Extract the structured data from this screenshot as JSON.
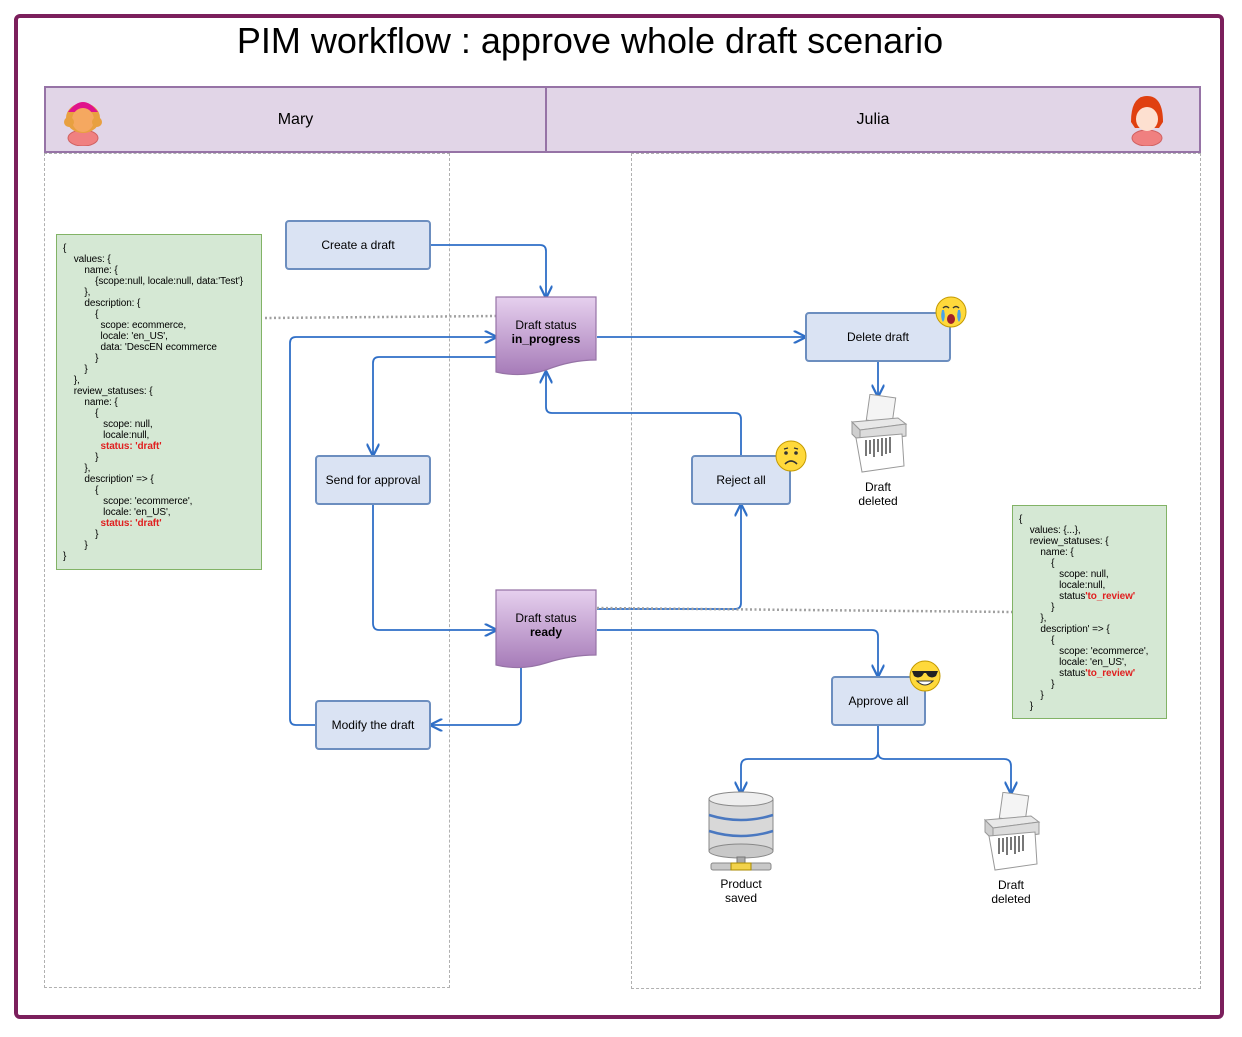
{
  "title": "PIM workflow : approve whole draft scenario",
  "colors": {
    "frame": "#7b1f5c",
    "lane_header": "#e1d5e7",
    "task_fill": "#dae3f3",
    "task_stroke": "#6c8ebf",
    "note_fill": "#d5e8d4",
    "arrow": "#2f6fc7",
    "status_highlight": "#e02020"
  },
  "lanes": {
    "mary": "Mary",
    "julia": "Julia"
  },
  "tasks": {
    "create_draft": "Create a draft",
    "send_for_approval": "Send for approval",
    "modify_draft": "Modify the draft",
    "delete_draft": "Delete draft",
    "reject_all": "Reject all",
    "approve_all": "Approve all"
  },
  "statuses": {
    "in_progress": {
      "prefix": "Draft status",
      "value": "in_progress"
    },
    "ready": {
      "prefix": "Draft status",
      "value": "ready"
    }
  },
  "captions": {
    "draft_deleted_1_line1": "Draft",
    "draft_deleted_1_line2": "deleted",
    "product_saved_line1": "Product",
    "product_saved_line2": "saved",
    "draft_deleted_2_line1": "Draft",
    "draft_deleted_2_line2": "deleted"
  },
  "notes": {
    "draft_note": {
      "lines": [
        "{",
        "    values: {",
        "        name: {",
        "            {scope:null, locale:null, data:'Test'}",
        "        },",
        "        description: {",
        "            {",
        "              scope: ecommerce,",
        "              locale: 'en_US',",
        "              data: 'DescEN ecommerce",
        "            }",
        "        }",
        "    },",
        "    review_statuses: {",
        "        name: {",
        "            {",
        "               scope: null,",
        "               locale:null,",
        "              status: 'draft'",
        "            }",
        "        },",
        "        description' => {",
        "            {",
        "               scope: 'ecommerce',",
        "               locale: 'en_US',",
        "              status: 'draft'",
        "            }",
        "        }",
        "}"
      ],
      "highlight_lines": [
        18,
        25
      ]
    },
    "review_note": {
      "lines": [
        "{",
        "    values: {...},",
        "    review_statuses: {",
        "        name: {",
        "            {",
        "               scope: null,",
        "               locale:null,",
        "               status'to_review'",
        "            }",
        "        },",
        "        description' => {",
        "            {",
        "               scope: 'ecommerce',",
        "               locale: 'en_US',",
        "               status'to_review'",
        "            }",
        "        }",
        "    }"
      ],
      "highlight_lines": [
        7,
        14
      ],
      "highlight_word": "'to_review'"
    }
  },
  "icons": {
    "mary_avatar": "female-user-icon",
    "julia_avatar": "female-user-icon",
    "crying": "crying-emoji-icon",
    "sad": "sad-emoji-icon",
    "cool": "sunglasses-emoji-icon",
    "shredder": "paper-shredder-icon",
    "database": "database-server-icon"
  }
}
